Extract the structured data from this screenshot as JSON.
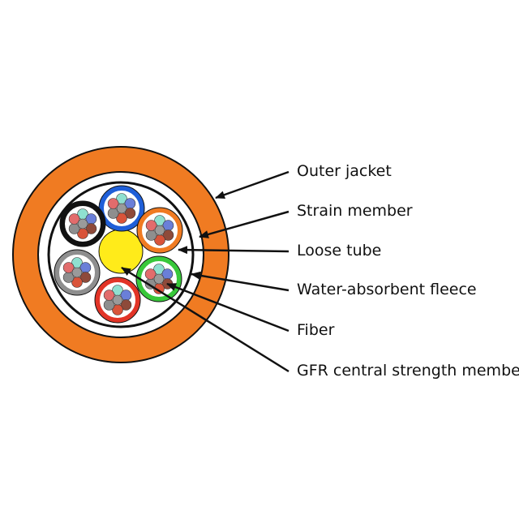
{
  "labels": {
    "outer_jacket": "Outer jacket",
    "strain_member": "Strain member",
    "loose_tube": "Loose tube",
    "water_absorbent_fleece": "Water-absorbent fleece",
    "fiber": "Fiber",
    "gfr_central_strength_member": "GFR central strength member"
  },
  "colors": {
    "jacket": "#f07b22",
    "core": "#ffeb1a",
    "line": "#111111",
    "tube_colors": [
      "#1f5fd8",
      "#f07b22",
      "#38c83a",
      "#e23427",
      "#8e8e8e",
      "#111111"
    ],
    "fiber_colors": [
      "#8fe0d0",
      "#6a7fd8",
      "#8e4a3a",
      "#d9543a",
      "#8e8e8e",
      "#e26c6c"
    ],
    "fiber_center": "#9a9a9a"
  },
  "icons": {
    "tube": "loose-tube-icon",
    "fiber": "fiber-icon"
  }
}
